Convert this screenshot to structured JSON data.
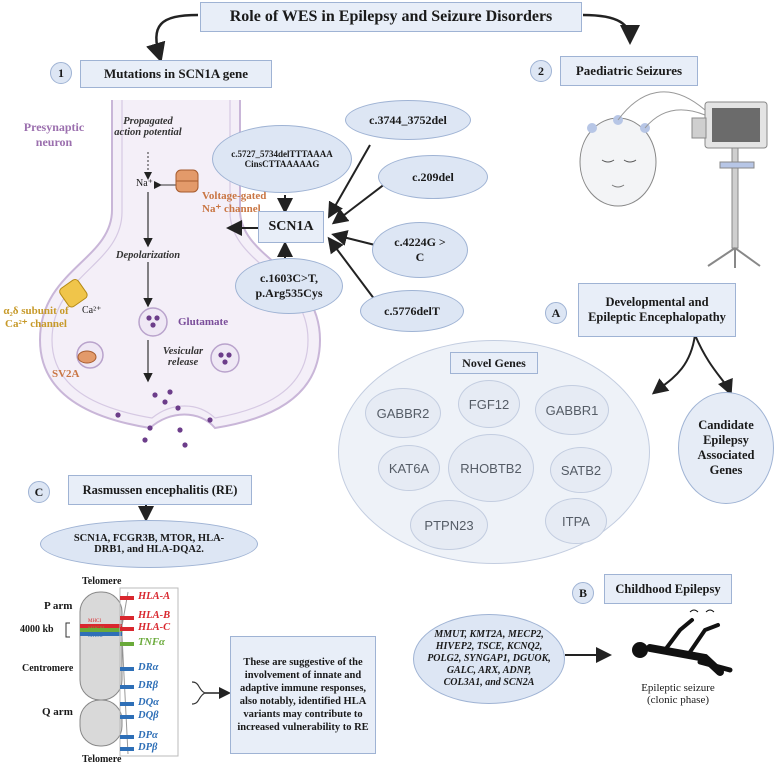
{
  "title": "Role of WES in Epilepsy and Seizure Disorders",
  "section1": {
    "num": "1",
    "label": "Mutations in SCN1A gene"
  },
  "section2": {
    "num": "2",
    "label": "Paediatric Seizures"
  },
  "neuron": {
    "presynaptic": "Presynaptic neuron",
    "propagated": "Propagated action potential",
    "na": "Na⁺",
    "voltage_gated": "Voltage-gated Na⁺ channel",
    "depolarization": "Depolarization",
    "alpha_subunit": "α₂δ subunit of Ca²⁺ channel",
    "ca": "Ca²⁺",
    "glutamate": "Glutamate",
    "sv2a": "SV2A",
    "vesicular": "Vesicular release"
  },
  "scn1a": {
    "center": "SCN1A",
    "mutations": [
      "c.5727_5734delTTTAAAA CinsCTTAAAAAG",
      "c.3744_3752del",
      "c.209del",
      "c.4224G > C",
      "c.5776delT",
      "c.1603C>T, p.Arg535Cys"
    ]
  },
  "sectionA": {
    "num": "A",
    "label": "Developmental and Epileptic Encephalopathy"
  },
  "novel_genes": {
    "title": "Novel Genes",
    "genes": [
      "GABBR2",
      "FGF12",
      "GABBR1",
      "KAT6A",
      "RHOBTB2",
      "SATB2",
      "PTPN23",
      "ITPA"
    ]
  },
  "candidate": "Candidate Epilepsy Associated Genes",
  "sectionC": {
    "num": "C",
    "label": "Rasmussen encephalitis (RE)"
  },
  "re_genes": "SCN1A, FCGR3B, MTOR, HLA-DRB1, and HLA-DQA2.",
  "chromosome": {
    "telomere_top": "Telomere",
    "p_arm": "P arm",
    "kb": "4000 kb",
    "mhc": [
      "MHCI",
      "MHCIII",
      "MHCII"
    ],
    "centromere": "Centromere",
    "q_arm": "Q arm",
    "telomere_bottom": "Telomere",
    "hla": [
      "HLA-A",
      "HLA-B",
      "HLA-C",
      "TNFα",
      "DRα",
      "DRβ",
      "DQα",
      "DQβ",
      "DPα",
      "DPβ"
    ]
  },
  "hla_note": "These are suggestive of the involvement of innate and adaptive immune responses, also notably, identified HLA variants may contribute to increased vulnerability to RE",
  "sectionB": {
    "num": "B",
    "label": "Childhood Epilepsy"
  },
  "childhood_genes": "MMUT, KMT2A, MECP2, HIVEP2, TSCE, KCNQ2, POLG2, SYNGAP1, DGUOK, GALC, ARX, ADNP, COL3A1, and SCN2A",
  "seizure_label": "Epileptic seizure (clonic phase)",
  "colors": {
    "box_fill": "#e8eef8",
    "border": "#9fb3d4",
    "neuron": "#9b6fae",
    "hla_red": "#d9272e",
    "hla_green": "#6aaa3a",
    "hla_blue": "#2e6fb7"
  }
}
